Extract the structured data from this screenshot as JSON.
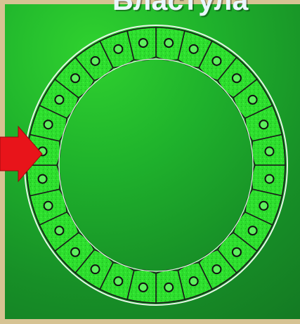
{
  "title": "Бластула",
  "colors": {
    "slide_background": "#1fb22c",
    "cell_fill": "#2ee02e",
    "cell_outline": "#1a1a1a",
    "arrow": "#e8141a",
    "border": "#d6c393",
    "title_text": "#eaf6ff"
  },
  "icons": {
    "arrow": "red-arrow-icon",
    "blastula": "blastula-ring",
    "cell": "blastomere-cell"
  },
  "cell_count": 28
}
